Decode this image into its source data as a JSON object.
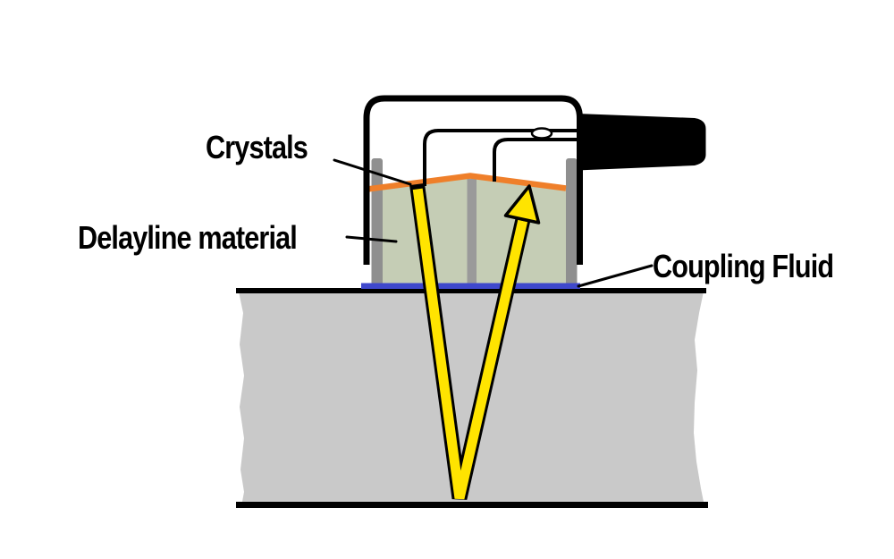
{
  "diagram": {
    "labels": {
      "crystals": "Crystals",
      "delayline_material": "Delayline material",
      "coupling_fluid": "Coupling Fluid"
    },
    "colors": {
      "crystal_orange": "#EF7F2A",
      "delayline_green": "#C5CDB5",
      "coupling_blue": "#3F48CC",
      "beam_yellow": "#FFE400",
      "test_block_gray": "#C9C9C9",
      "barrier_gray": "#8F8F8F",
      "divider_gray": "#9A9A9A",
      "outline_black": "#000000",
      "wire_junction_fill": "#FFFFFF",
      "background": "#FFFFFF"
    }
  }
}
